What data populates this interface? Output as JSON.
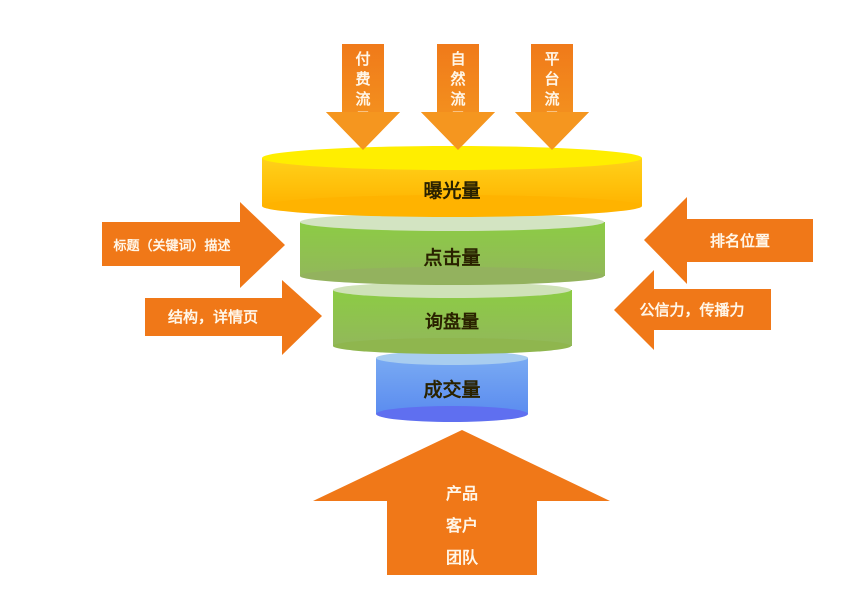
{
  "title": "流量漏斗",
  "top_inputs": [
    {
      "label": "付费流量",
      "chars": [
        "付",
        "费",
        "流",
        "量"
      ]
    },
    {
      "label": "自然流量",
      "chars": [
        "自",
        "然",
        "流",
        "量"
      ]
    },
    {
      "label": "平台流量",
      "chars": [
        "平",
        "台",
        "流",
        "量"
      ]
    }
  ],
  "funnel_levels": [
    {
      "label": "曝光量",
      "color": "#ffc20e"
    },
    {
      "label": "点击量",
      "color": "#8cc63f"
    },
    {
      "label": "询盘量",
      "color": "#8cc63f"
    },
    {
      "label": "成交量",
      "color": "#6fa0f0"
    }
  ],
  "left_factors": [
    {
      "label": "标题（关键词）描述"
    },
    {
      "label": "结构，详情页"
    }
  ],
  "right_factors": [
    {
      "label": "排名位置"
    },
    {
      "label": "公信力，传播力"
    }
  ],
  "bottom_foundation": {
    "lines": [
      "产品",
      "客户",
      "团队"
    ]
  },
  "colors": {
    "arrow": "#f07818",
    "arrow_top": "#f5901e"
  }
}
